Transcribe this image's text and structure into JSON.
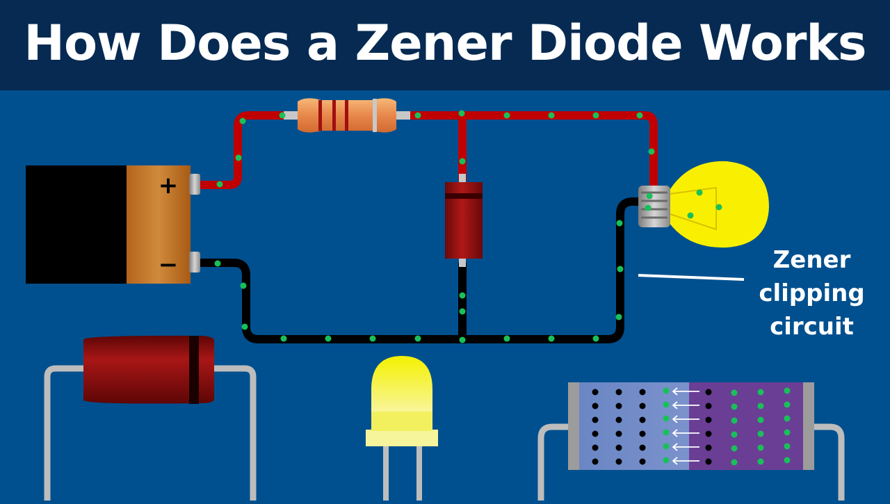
{
  "header": {
    "title": "How Does a Zener Diode Works"
  },
  "battery": {
    "plus_symbol": "+",
    "minus_symbol": "−"
  },
  "annotation": {
    "line1": "Zener",
    "line2": "clipping",
    "line3": "circuit"
  },
  "colors": {
    "header_bg": "#062a52",
    "background": "#00508f",
    "positive_wire": "#c00000",
    "negative_wire": "#000000",
    "electron": "#19c05a",
    "diode_body": "#9b1010",
    "bulb_glass": "#f8f000",
    "led": "#f4f000"
  },
  "icons": [
    "battery-icon",
    "resistor-icon",
    "zener-diode-icon",
    "light-bulb-icon",
    "diode-component-icon",
    "led-icon",
    "pn-junction-icon"
  ]
}
